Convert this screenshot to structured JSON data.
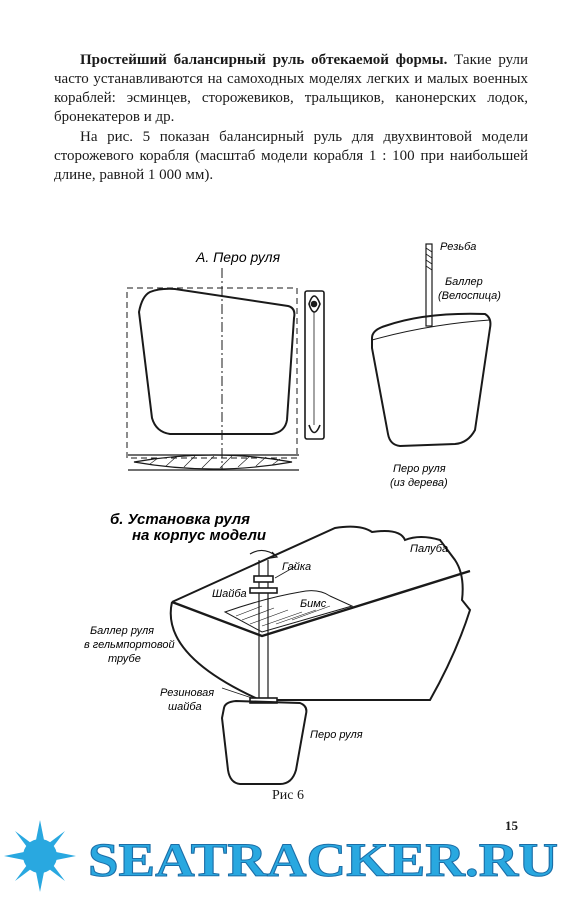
{
  "article": {
    "heading": "Простейший балансирный руль обтекаемой формы.",
    "paragraph1_body": "Такие рули часто устанавливаются на самоходных моделях легких и малых военных кораблей: эсминцев, сторожевиков, тральщиков, канонерских лодок, бронекатеров и др.",
    "paragraph2": "На рис. 5 показан балансирный руль для двухвинтовой модели сторожевого корабля (масштаб модели корабля 1 : 100 при наибольшей длине, равной 1 000 мм)."
  },
  "figure": {
    "section_a_title": "А. Перо руля",
    "label_thread": "Резьба",
    "label_stock_line1": "Баллер",
    "label_stock_line2": "(Велоспица)",
    "label_blade_wood_line1": "Перо руля",
    "label_blade_wood_line2": "(из дерева)",
    "section_b_line1": "б. Установка руля",
    "section_b_line2": "на корпус модели",
    "label_deck": "Палуба",
    "label_nut": "Гайка",
    "label_washer": "Шайба",
    "label_beam": "Бимс",
    "label_stock_tube_line1": "Баллер руля",
    "label_stock_tube_line2": "в гельмпортовой",
    "label_stock_tube_line3": "трубе",
    "label_rubber_line1": "Резиновая",
    "label_rubber_line2": "шайба",
    "label_blade": "Перо руля",
    "caption": "Рис 6"
  },
  "page_number": "15",
  "watermark_text": "SEATRACKER.RU",
  "colors": {
    "ink": "#1a1a1a",
    "watermark": "#29a8e0"
  }
}
